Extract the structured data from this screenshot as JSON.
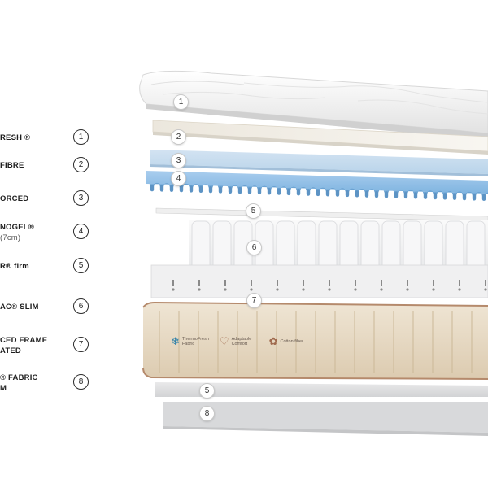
{
  "legend": {
    "items": [
      {
        "num": "1",
        "line1": "RESH ®",
        "line2": ""
      },
      {
        "num": "2",
        "line1": "FIBRE",
        "line2": ""
      },
      {
        "num": "3",
        "line1": "ORCED",
        "line2": ""
      },
      {
        "num": "4",
        "line1": "NOGEL®",
        "line2": "(7cm)"
      },
      {
        "num": "5",
        "line1": "R® firm",
        "line2": ""
      },
      {
        "num": "6",
        "line1": "AC® SLIM",
        "line2": ""
      },
      {
        "num": "7",
        "line1": "CED FRAME",
        "line2": "ATED"
      },
      {
        "num": "8",
        "line1": "® FABRIC",
        "line2": "M"
      }
    ]
  },
  "layer_badges": [
    "1",
    "2",
    "3",
    "4",
    "5",
    "6",
    "7",
    "5",
    "8"
  ],
  "logos": [
    {
      "icon": "snowflake-icon",
      "text": "ThermoFresh Fabric"
    },
    {
      "icon": "heart-icon",
      "text": "Adaptable Comfort"
    },
    {
      "icon": "cotton-flower-icon",
      "text": "Cotton fiber"
    }
  ],
  "colors": {
    "foam_blue": "#b9d4ea",
    "gel_blue": "#7fb4e0",
    "quilt_beige": "#e4d6bf",
    "piping_copper": "#b58a6c",
    "logo_icon_teal": "#2c7fa8",
    "logo_icon_copper": "#a06a4e"
  }
}
